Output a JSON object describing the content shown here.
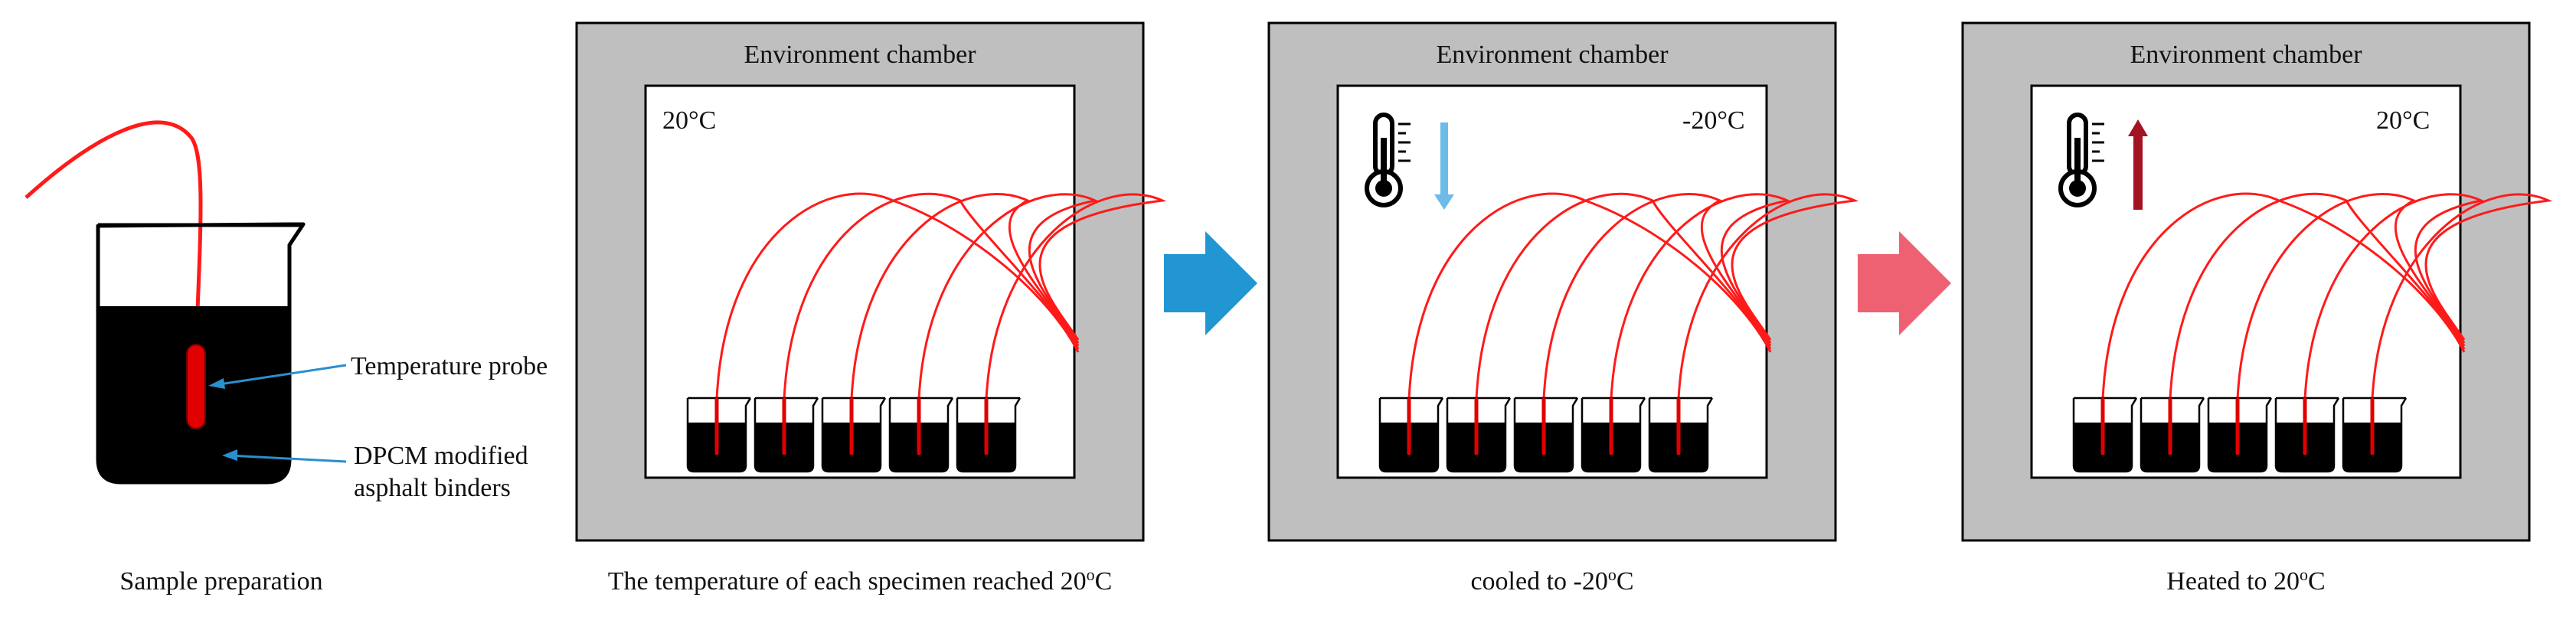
{
  "colors": {
    "chamber_frame": "#bfbfbf",
    "outline": "#000000",
    "asphalt": "#000000",
    "probe": "#e00000",
    "probe_wire": "#ff1a1a",
    "annotation_arrow": "#2a8fcf",
    "arrow_cool": "#2196d3",
    "arrow_heat": "#ee6173",
    "cool_indicator": "#6dbbe8",
    "heat_indicator": "#a31422"
  },
  "sample": {
    "label_probe": "Temperature probe",
    "label_binder_line1": "DPCM modified",
    "label_binder_line2": "asphalt binders",
    "caption": "Sample preparation"
  },
  "chambers": [
    {
      "title": "Environment chamber",
      "temp_value": "20",
      "temp_unit": "°C",
      "indicator": "none",
      "caption": {
        "before": "The temperature of each specimen reached 20",
        "sup": "o",
        "after": "C"
      }
    },
    {
      "title": "Environment chamber",
      "temp_value": "-20",
      "temp_unit": "°C",
      "indicator": "cooling",
      "indicator_icon": "thermometer-icon",
      "indicator_arrow": "arrow-down-icon",
      "caption": {
        "before": "cooled to -20",
        "sup": "o",
        "after": "C"
      }
    },
    {
      "title": "Environment chamber",
      "temp_value": "20",
      "temp_unit": "°C",
      "indicator": "heating",
      "indicator_icon": "thermometer-icon",
      "indicator_arrow": "arrow-up-icon",
      "caption": {
        "before": "Heated to 20",
        "sup": "o",
        "after": "C"
      }
    }
  ],
  "transitions": [
    "cool-arrow-icon",
    "heat-arrow-icon"
  ]
}
